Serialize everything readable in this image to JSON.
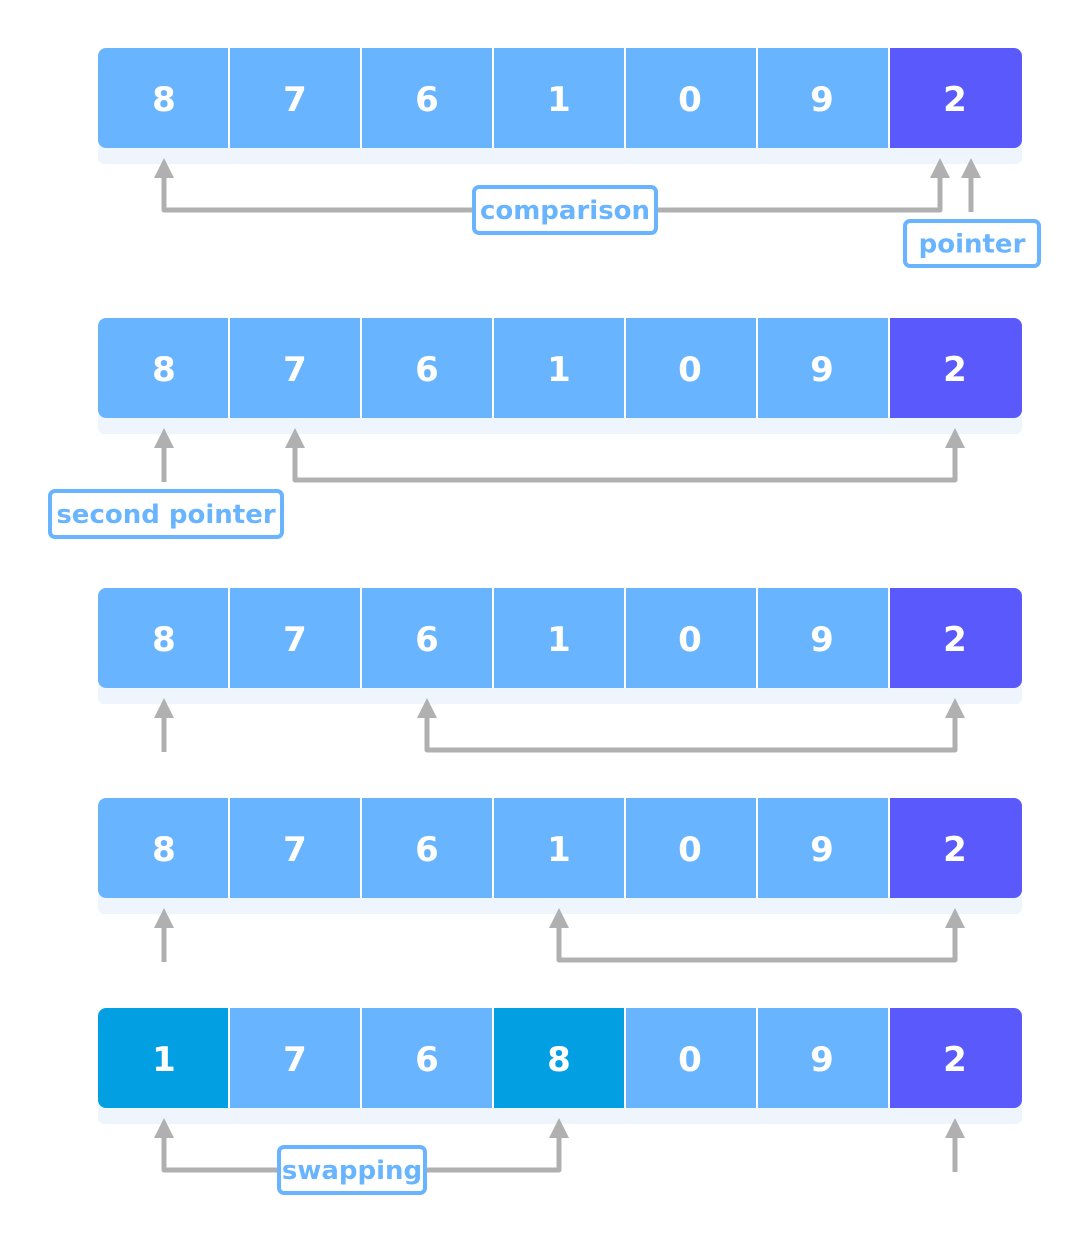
{
  "colors": {
    "cell": "#69b4fe",
    "pivot": "#5a5afc",
    "swapped": "#039fe3",
    "arrow": "#b0b0b0",
    "label_border": "#69b4fe",
    "shadow": "#eef5fd"
  },
  "rows": [
    {
      "values": [
        "8",
        "7",
        "6",
        "1",
        "0",
        "9",
        "2"
      ],
      "states": [
        "n",
        "n",
        "n",
        "n",
        "n",
        "n",
        "p"
      ]
    },
    {
      "values": [
        "8",
        "7",
        "6",
        "1",
        "0",
        "9",
        "2"
      ],
      "states": [
        "n",
        "n",
        "n",
        "n",
        "n",
        "n",
        "p"
      ]
    },
    {
      "values": [
        "8",
        "7",
        "6",
        "1",
        "0",
        "9",
        "2"
      ],
      "states": [
        "n",
        "n",
        "n",
        "n",
        "n",
        "n",
        "p"
      ]
    },
    {
      "values": [
        "8",
        "7",
        "6",
        "1",
        "0",
        "9",
        "2"
      ],
      "states": [
        "n",
        "n",
        "n",
        "n",
        "n",
        "n",
        "p"
      ]
    },
    {
      "values": [
        "1",
        "7",
        "6",
        "8",
        "0",
        "9",
        "2"
      ],
      "states": [
        "s",
        "n",
        "n",
        "s",
        "n",
        "n",
        "p"
      ]
    }
  ],
  "labels": {
    "comparison": "comparison",
    "pointer": "pointer",
    "second_pointer": "second pointer",
    "swapping": "swapping"
  }
}
